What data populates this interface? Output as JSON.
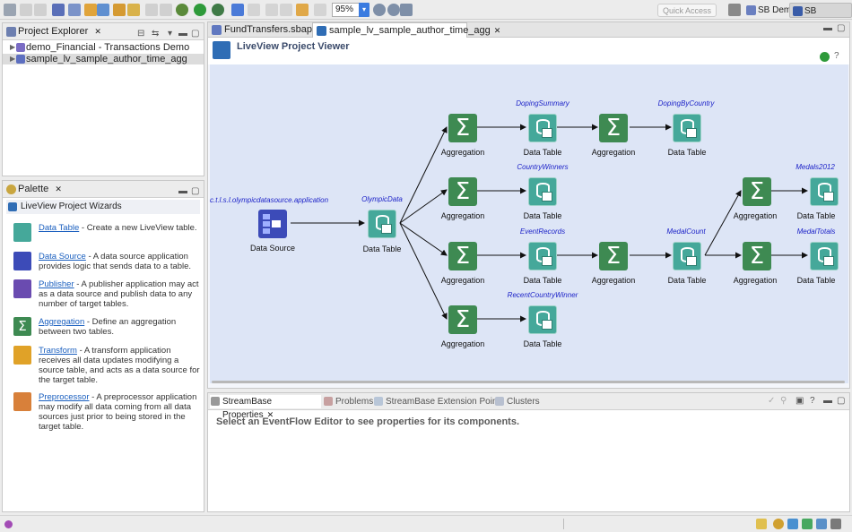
{
  "toolbar": {
    "zoom": "95%",
    "quick_access": "Quick Access",
    "perspectives": [
      "SB Demos",
      "SB Authoring"
    ]
  },
  "explorer": {
    "title": "Project Explorer",
    "items": [
      {
        "label": "demo_Financial - Transactions Demo"
      },
      {
        "label": "sample_lv_sample_author_time_agg"
      }
    ]
  },
  "palette": {
    "title": "Palette",
    "section": "LiveView Project Wizards",
    "items": [
      {
        "name": "Data Table",
        "desc": " - Create a new LiveView table."
      },
      {
        "name": "Data Source",
        "desc": " - A data source application provides logic that sends data to a table."
      },
      {
        "name": "Publisher",
        "desc": " - A publisher application may act as a data source and publish data to any number of target tables."
      },
      {
        "name": "Aggregation",
        "desc": " - Define an aggregation between two tables."
      },
      {
        "name": "Transform",
        "desc": " - A transform application receives all data updates modifying a source table, and acts as a data source for the target table."
      },
      {
        "name": "Preprocessor",
        "desc": " - A preprocessor application may modify all data coming from all data sources just prior to being stored in the target table."
      }
    ]
  },
  "editor": {
    "tabs": [
      "FundTransfers.sbapp",
      "sample_lv_sample_author_time_agg"
    ],
    "viewer_title": "LiveView Project Viewer"
  },
  "diagram": {
    "source_app": "c.t.l.s.l.olympicdatasource.application",
    "data_source": "Data Source",
    "aggregation": "Aggregation",
    "data_table": "Data Table",
    "tables": [
      "OlympicData",
      "DopingSummary",
      "DopingByCountry",
      "CountryWinners",
      "EventRecords",
      "MedalCount",
      "RecentCountryWinner",
      "Medals2012",
      "MedalTotals"
    ]
  },
  "bottom": {
    "tabs": [
      "StreamBase Properties",
      "Problems",
      "StreamBase Extension Points",
      "Clusters"
    ],
    "message": "Select an EventFlow Editor to see properties for its components."
  }
}
